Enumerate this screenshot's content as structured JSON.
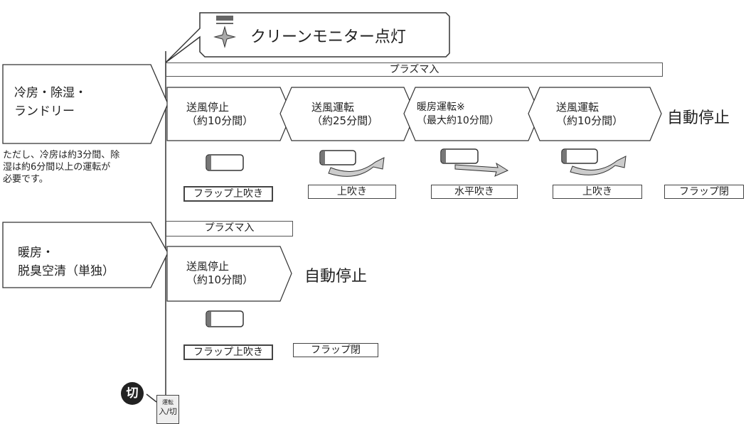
{
  "callout": {
    "text": "クリーンモニター点灯",
    "icon": "sparkle-monitor-icon"
  },
  "mode_cool": {
    "title_line1": "冷房・除湿・",
    "title_line2": "ランドリー",
    "note_line1": "ただし、冷房は約3分間、除",
    "note_line2": "湿は約6分間以上の運転が",
    "note_line3": "必要です。",
    "plasma": "プラズマ入",
    "steps": [
      {
        "line1": "送風停止",
        "line2": "（約10分間）",
        "label": "フラップ上吹き"
      },
      {
        "line1": "送風運転",
        "line2": "（約25分間）",
        "label": "上吹き"
      },
      {
        "line1": "暖房運転※",
        "line2": "（最大約10分間）",
        "label": "水平吹き"
      },
      {
        "line1": "送風運転",
        "line2": "（約10分間）",
        "label": "上吹き"
      }
    ],
    "end": "自動停止",
    "end_label": "フラップ閉"
  },
  "mode_heat": {
    "title_line1": "暖房・",
    "title_line2": "脱臭空清（単独）",
    "plasma": "プラズマ入",
    "steps": [
      {
        "line1": "送風停止",
        "line2": "（約10分間）",
        "label": "フラップ上吹き"
      }
    ],
    "end": "自動停止",
    "end_label": "フラップ閉"
  },
  "off_badge": "切",
  "button": {
    "line1": "運転",
    "line2": "入/切"
  }
}
